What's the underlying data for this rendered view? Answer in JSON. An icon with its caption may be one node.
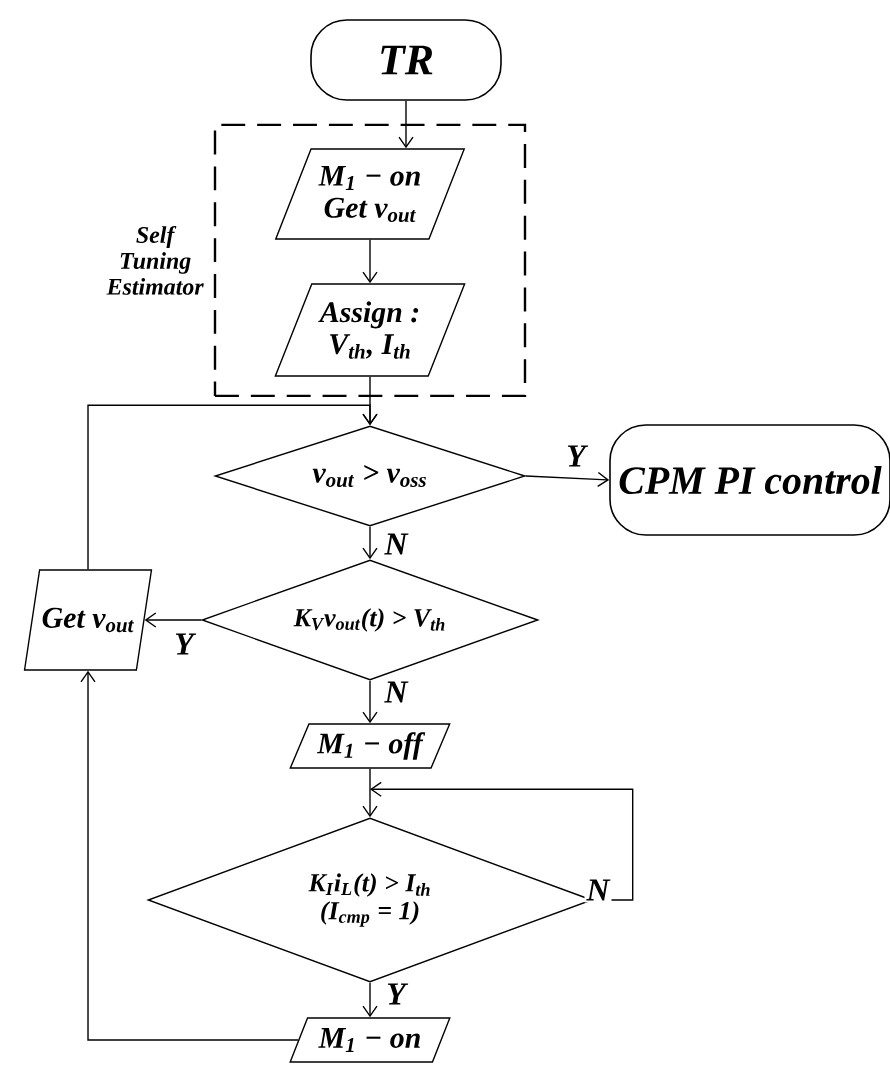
{
  "diagram": {
    "nodes": [
      {
        "text": [
          "TR"
        ]
      },
      {
        "text": [
          "Self Tuning Estimator"
        ]
      },
      {
        "text": [
          "M$_{1}$ − on",
          "Get v$_{out}$"
        ],
        "in": 1
      },
      {
        "text": [
          "Assign :",
          "V$_{th}$, I$_{th}$"
        ],
        "in": 1
      },
      {
        "text": [
          "v$_{out}$ > v$_{oss}$"
        ]
      },
      {
        "text": [
          "CPM PI control"
        ]
      },
      {
        "text": [
          "K$_{V}$v$_{out}$(t) > V$_{th}$"
        ]
      },
      {
        "text": [
          "Get v$_{out}$"
        ]
      },
      {
        "text": [
          "M$_{1}$ − off"
        ]
      },
      {
        "text": [
          "K$_{I}$i$_{L}$(t) > I$_{th}$",
          "(I$_{cmp}$ = 1)"
        ]
      },
      {
        "text": [
          "M$_{1}$ − on"
        ]
      }
    ],
    "edges": [
      {
        "from": 0,
        "to": 2,
        "arrow": "to"
      },
      {
        "from": 2,
        "to": 3,
        "arrow": "to"
      },
      {
        "from": 3,
        "to": 4,
        "arrow": "to"
      },
      {
        "from": 4,
        "to": 5,
        "arrow": "to",
        "label": "Y"
      },
      {
        "from": 4,
        "to": 6,
        "arrow": "to",
        "label": "N"
      },
      {
        "from": 6,
        "to": 7,
        "arrow": "to",
        "label": "Y"
      },
      {
        "from": 6,
        "to": 8,
        "arrow": "to",
        "label": "N"
      },
      {
        "from": 8,
        "to": 9,
        "arrow": "to"
      },
      {
        "from": 9,
        "to": 9,
        "arrow": "to",
        "label": "N"
      },
      {
        "from": 9,
        "to": 10,
        "arrow": "to",
        "label": "Y"
      },
      {
        "from": 10,
        "to": 7,
        "arrow": "to"
      },
      {
        "from": 7,
        "to": 4,
        "arrow": "to"
      }
    ]
  }
}
